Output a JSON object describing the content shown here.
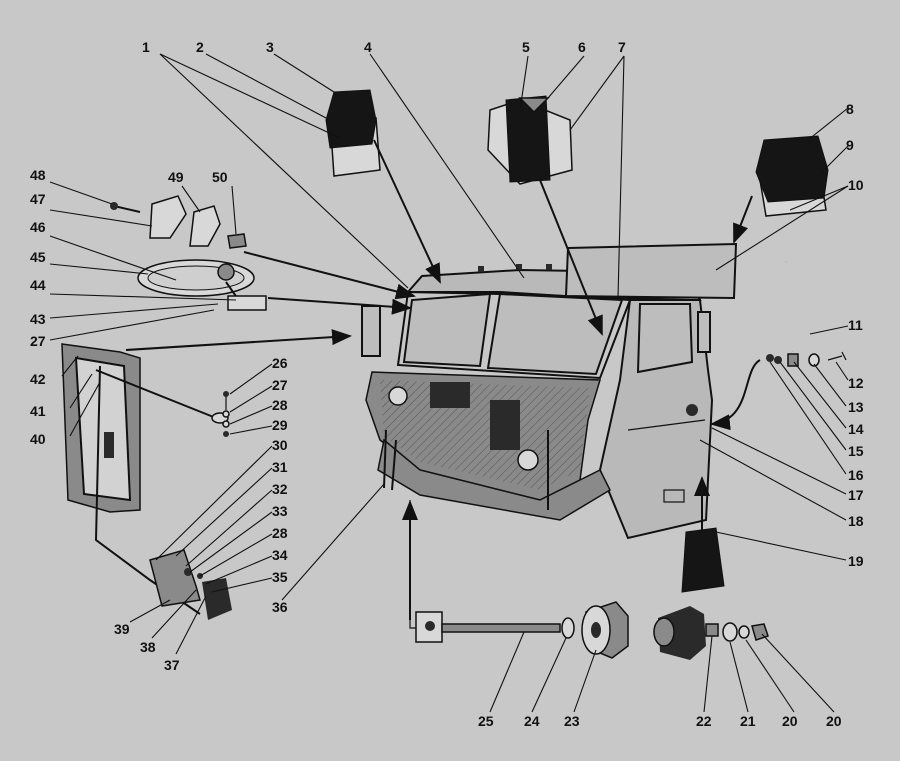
{
  "diagram": {
    "callouts": [
      "1",
      "2",
      "3",
      "4",
      "5",
      "6",
      "7",
      "8",
      "9",
      "10",
      "11",
      "12",
      "13",
      "14",
      "15",
      "16",
      "17",
      "18",
      "19",
      "20",
      "20",
      "21",
      "22",
      "23",
      "24",
      "25",
      "26",
      "27",
      "27",
      "28",
      "28",
      "29",
      "30",
      "31",
      "32",
      "33",
      "34",
      "35",
      "36",
      "37",
      "38",
      "39",
      "40",
      "41",
      "42",
      "43",
      "44",
      "45",
      "46",
      "47",
      "48",
      "49",
      "50"
    ]
  }
}
